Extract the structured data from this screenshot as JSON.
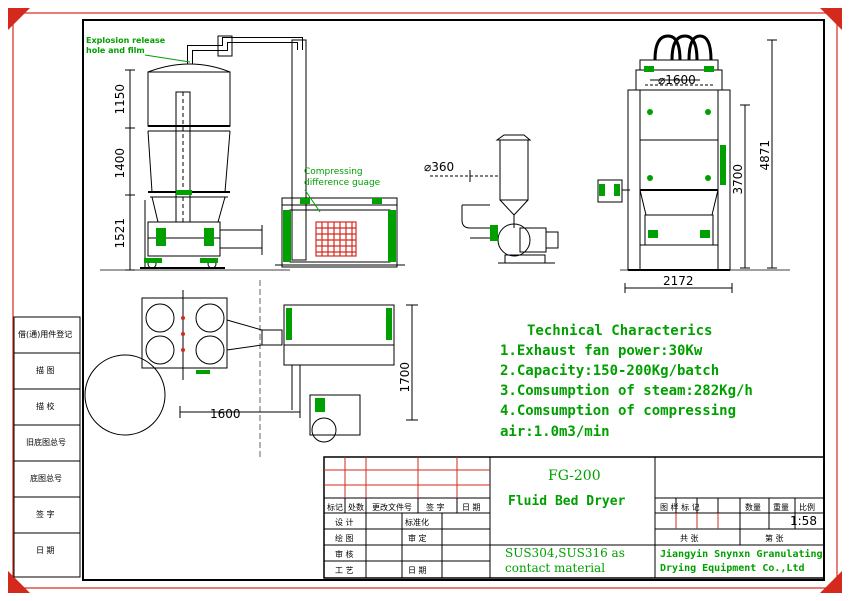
{
  "annotations": {
    "explosion_line1": "Explosion release",
    "explosion_line2": "hole and film",
    "compressing_line1": "Compressing",
    "compressing_line2": "difference guage"
  },
  "dimensions": {
    "d1150": "1150",
    "d1400": "1400",
    "d1521": "1521",
    "d360": "⌀360",
    "d1600_top": "⌀1600",
    "d3700": "3700",
    "d4871": "4871",
    "d2172": "2172",
    "d1700": "1700",
    "d1600_plan": "1600"
  },
  "technical": {
    "title": "Technical Characterics",
    "items": [
      "1.Exhaust fan power:30Kw",
      "2.Capacity:150-200Kg/batch",
      "3.Comsumption of steam:282Kg/h",
      "4.Comsumption of compressing"
    ],
    "item4_cont": "air:1.0m3/min"
  },
  "left_table": [
    "借(通)用件登记",
    "描 图",
    "描 校",
    "旧底图总号",
    "底图总号",
    "签 字",
    "日 期"
  ],
  "title_block": {
    "model": "FG-200",
    "product": "Fluid Bed Dryer",
    "header_cols": [
      "标记",
      "处数",
      "更改文件号",
      "签 字",
      "日 期"
    ],
    "rows": [
      [
        "设 计",
        "",
        "标准化",
        ""
      ],
      [
        "绘 图",
        "",
        "审 定",
        ""
      ],
      [
        "审 核",
        "",
        "",
        ""
      ],
      [
        "工 艺",
        "",
        "日 期",
        ""
      ]
    ],
    "material": "SUS304,SUS316 as contact material",
    "right_header": [
      "图 样 标 记",
      "数量",
      "重量",
      "比例"
    ],
    "scale": "1:58",
    "sheet": [
      "共 张",
      "第 张"
    ],
    "company_line1": "Jiangyin Snynxn Granulating",
    "company_line2": "Drying Equipment Co.,Ltd"
  },
  "colors": {
    "corner": "#d42a1d",
    "green": "#00a000",
    "red": "#d42a1d",
    "line": "#000000"
  }
}
